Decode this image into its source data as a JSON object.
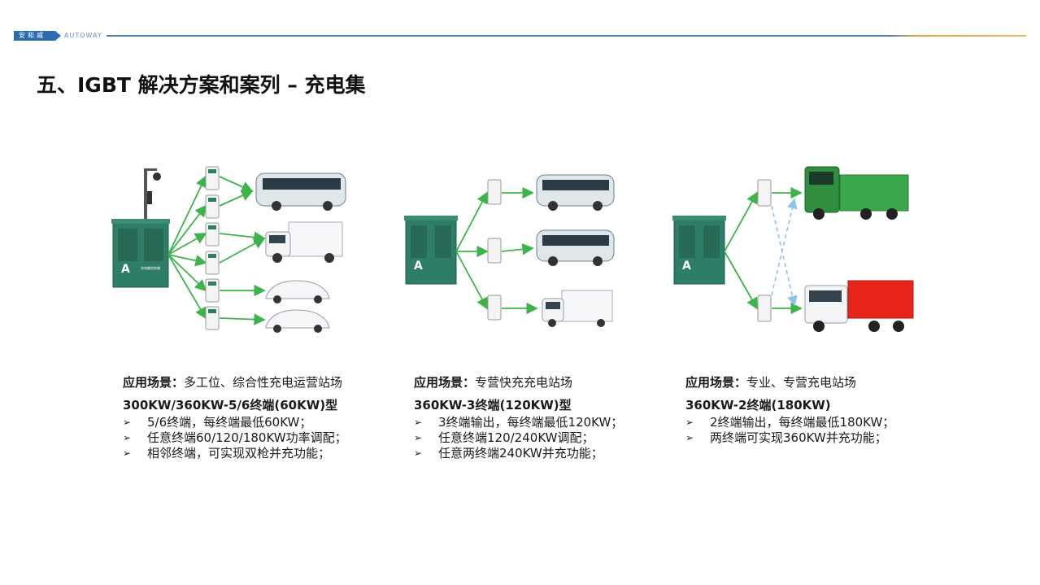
{
  "header": {
    "logo_text": "安和威",
    "brand": "AUTOWAY"
  },
  "title": "五、IGBT 解决方案和案列 – 充电集",
  "cabinet_label": "充电集控终端",
  "columns": [
    {
      "scene_label": "应用场景：",
      "scene_value": "多工位、综合性充电运营站场",
      "model": "300KW/360KW-5/6终端(60KW)型",
      "bullets": [
        "5/6终端，每终端最低60KW；",
        "任意终端60/120/180KW功率调配；",
        "相邻终端，可实现双枪并充功能；"
      ]
    },
    {
      "scene_label": "应用场景：",
      "scene_value": "专营快充充电站场",
      "model": "360KW-3终端(120KW)型",
      "bullets": [
        "3终端输出，每终端最低120KW；",
        "任意终端120/240KW调配；",
        "任意两终端240KW并充功能；"
      ]
    },
    {
      "scene_label": "应用场景：",
      "scene_value": "专业、专营充电站场",
      "model": "360KW-2终端(180KW)",
      "bullets": [
        "2终端输出，每终端最低180KW；",
        "两终端可实现360KW并充功能；"
      ]
    }
  ],
  "colors": {
    "cabinet": "#2e7d66",
    "arrow": "#3cb44a",
    "bus": "#dfe7ea",
    "truck_green": "#3aa84a",
    "truck_red": "#e8261c",
    "dashed": "#8ec3e8"
  }
}
